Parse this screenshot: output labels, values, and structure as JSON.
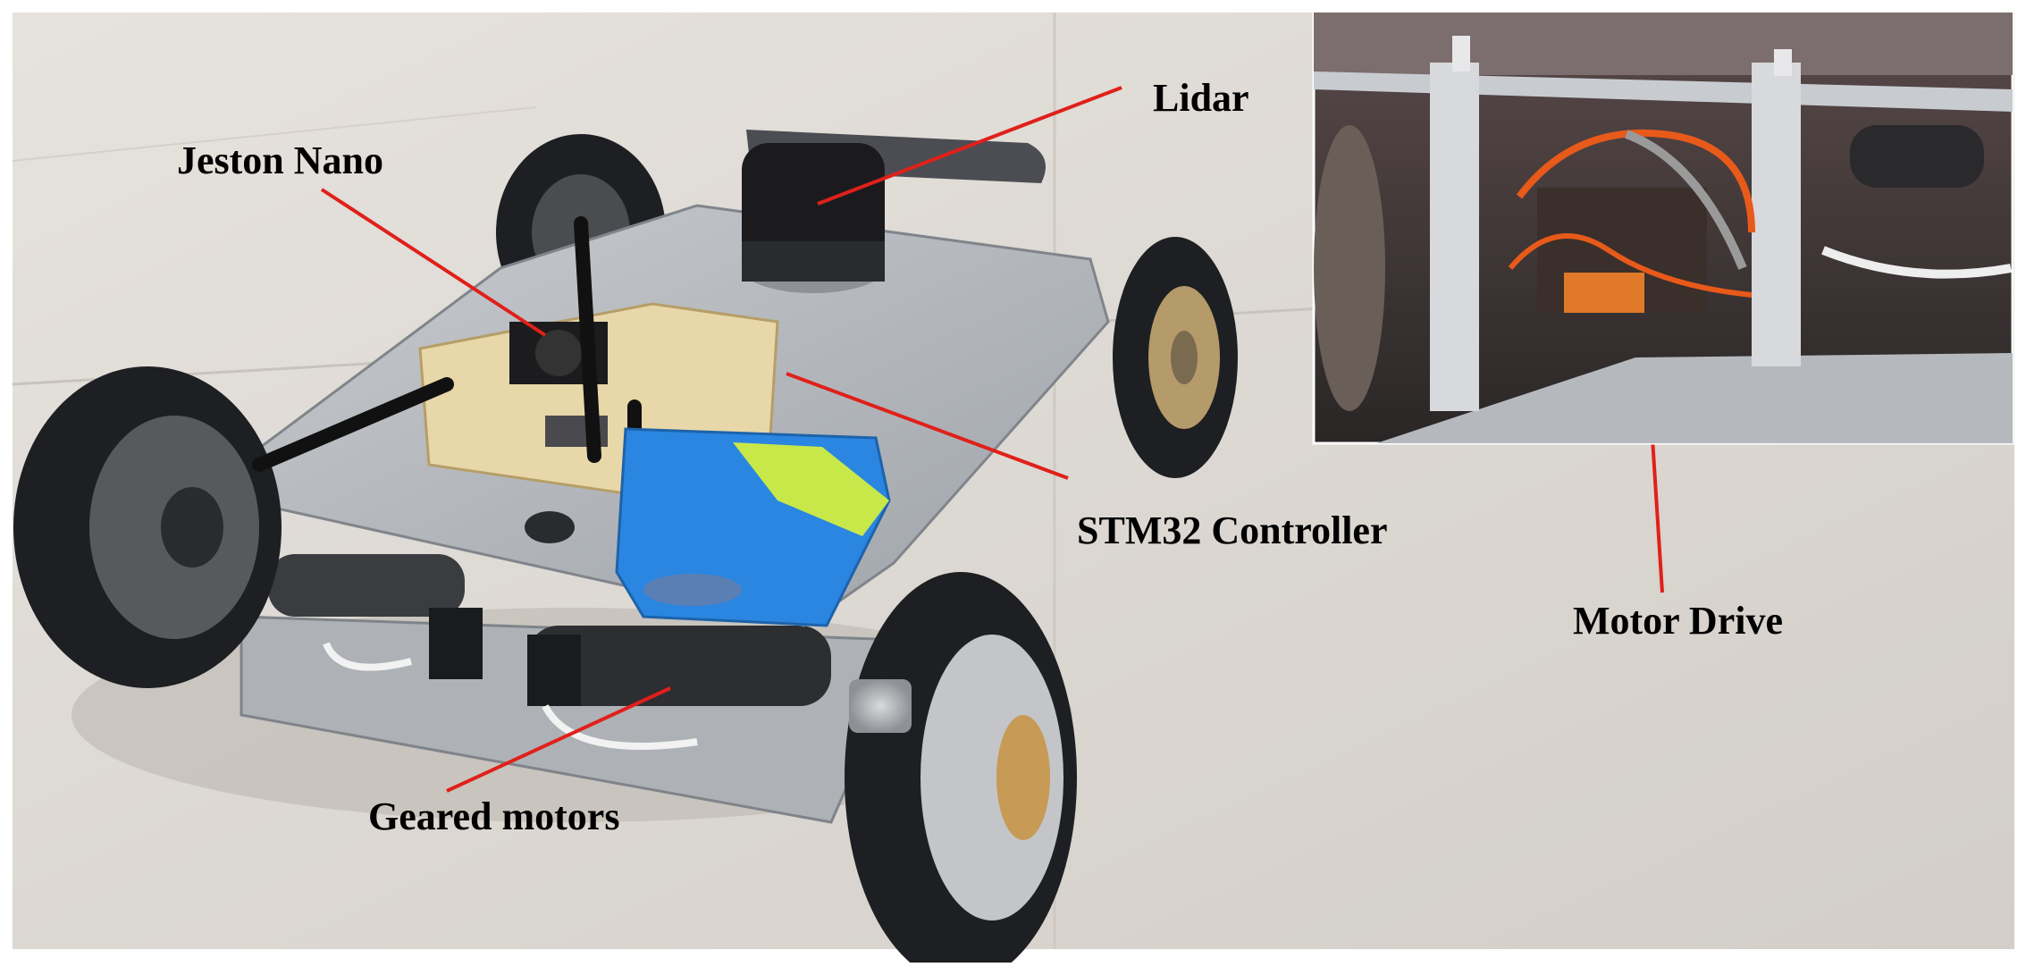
{
  "labels": {
    "lidar": "Lidar",
    "jetson": "Jeston Nano",
    "stm32": "STM32 Controller",
    "motors": "Geared motors",
    "motor_drive": "Motor Drive"
  },
  "colors": {
    "floor": "#dcd7d2",
    "chassis": "#b9bdc2",
    "tire": "#1e1f22",
    "battery": "#2a86e0",
    "battery_band": "#c8e84a",
    "enclosure": "#e8d7a8",
    "leader_line": "#e0201a"
  }
}
